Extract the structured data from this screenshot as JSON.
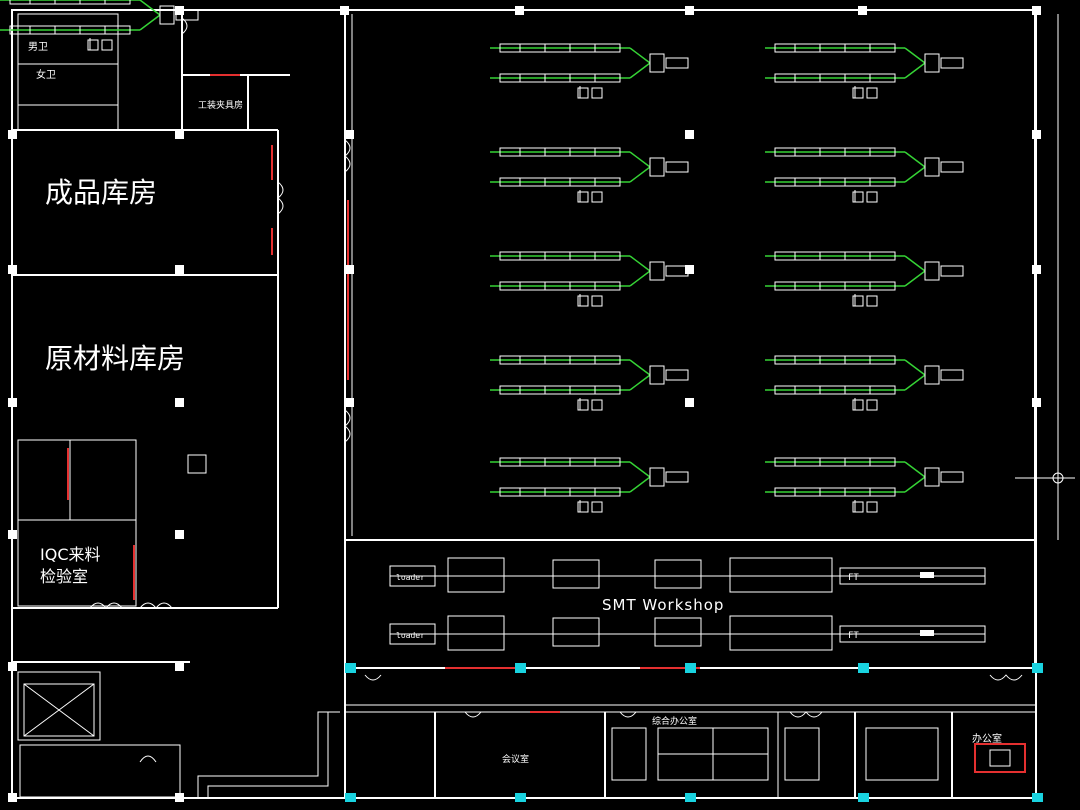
{
  "rooms": {
    "finished_goods": "成品库房",
    "raw_materials": "原材料库房",
    "iqc_line1": "IQC来料",
    "iqc_line2": "检验室",
    "fixture_room": "工装夹具房",
    "mens_wc": "男卫",
    "womens_wc": "女卫",
    "office": "办公室",
    "meeting_room": "会议室",
    "combined_office": "综合办公室"
  },
  "smt": {
    "title": "SMT Workshop",
    "loader": "loader",
    "ft": "FT"
  },
  "colors": {
    "background": "#000000",
    "walls": "#ffffff",
    "doors": "#e53030",
    "lines": "#35d335",
    "columns_cyan": "#19d3e0"
  }
}
